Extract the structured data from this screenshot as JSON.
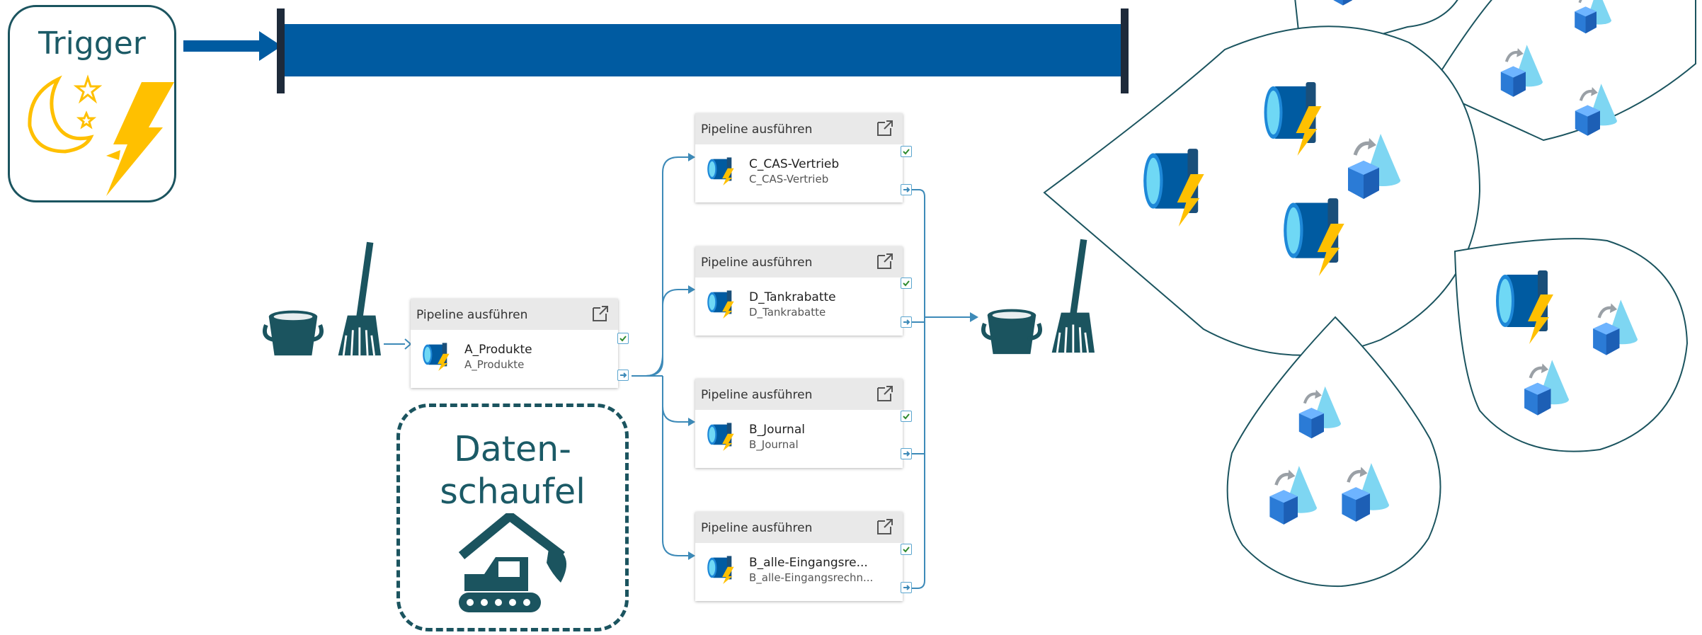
{
  "trigger": {
    "label": "Trigger"
  },
  "data_shovel": {
    "line1": "Daten-",
    "line2": "schaufel"
  },
  "pipelines": [
    {
      "title": "Pipeline ausführen",
      "name": "A_Produkte",
      "subtitle": "A_Produkte"
    },
    {
      "title": "Pipeline ausführen",
      "name": "C_CAS-Vertrieb",
      "subtitle": "C_CAS-Vertrieb"
    },
    {
      "title": "Pipeline ausführen",
      "name": "D_Tankrabatte",
      "subtitle": "D_Tankrabatte"
    },
    {
      "title": "Pipeline ausführen",
      "name": "B_Journal",
      "subtitle": "B_Journal"
    },
    {
      "title": "Pipeline ausführen",
      "name": "B_alle-Eingangsre...",
      "subtitle": "B_alle-Eingangsrechn..."
    }
  ],
  "colors": {
    "dark_teal": "#1b545f",
    "pipeline_blue": "#005ba1",
    "connector_blue": "#3d8ab8",
    "lightning_yellow": "#ffc000",
    "cube_blue": "#2b7bd6",
    "cone_cyan": "#6fd0f0"
  },
  "icons": [
    "moon-icon",
    "star-icon",
    "lightning-icon",
    "bucket-icon",
    "broom-icon",
    "excavator-icon",
    "pipe-icon",
    "cube-icon",
    "cone-icon",
    "external-link-icon",
    "check-icon",
    "arrow-right-icon"
  ]
}
